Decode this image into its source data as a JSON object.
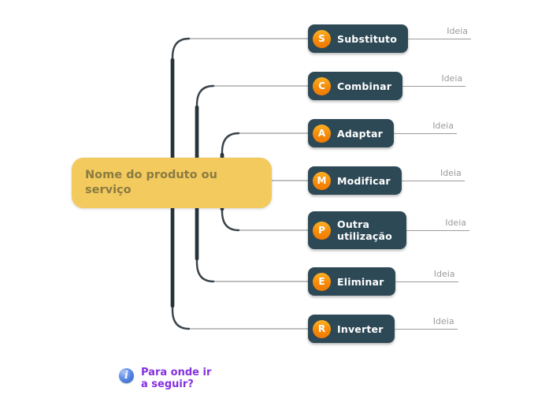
{
  "diagram": {
    "type": "mindmap",
    "background": "#ffffff"
  },
  "palette": {
    "center_node_bg": "#f3ca5e",
    "center_node_text": "#8a7b42",
    "branch_node_bg": "#2e4956",
    "branch_node_text": "#ffffff",
    "badge_orange_top": "#fcb023",
    "badge_orange_bottom": "#f27a02",
    "trunk_line": "#27333b",
    "idea_line": "#9b9b9b",
    "idea_text": "#9b9b9b",
    "help_text_purple": "#8630e0",
    "info_icon_blue": "#2e5ec4"
  },
  "center_node": {
    "label": "Nome do produto ou serviço"
  },
  "branches": [
    {
      "badge": "S",
      "label": "Substituto",
      "idea": "Ideia"
    },
    {
      "badge": "C",
      "label": "Combinar",
      "idea": "Ideia"
    },
    {
      "badge": "A",
      "label": "Adaptar",
      "idea": "Ideia"
    },
    {
      "badge": "M",
      "label": "Modificar",
      "idea": "Ideia"
    },
    {
      "badge": "P",
      "label": "Outra utilização",
      "idea": "Ideia"
    },
    {
      "badge": "E",
      "label": "Eliminar",
      "idea": "Ideia"
    },
    {
      "badge": "R",
      "label": "Inverter",
      "idea": "Ideia"
    }
  ],
  "footer": {
    "info_icon_glyph": "i",
    "help_text": "Para onde ir a seguir?"
  }
}
